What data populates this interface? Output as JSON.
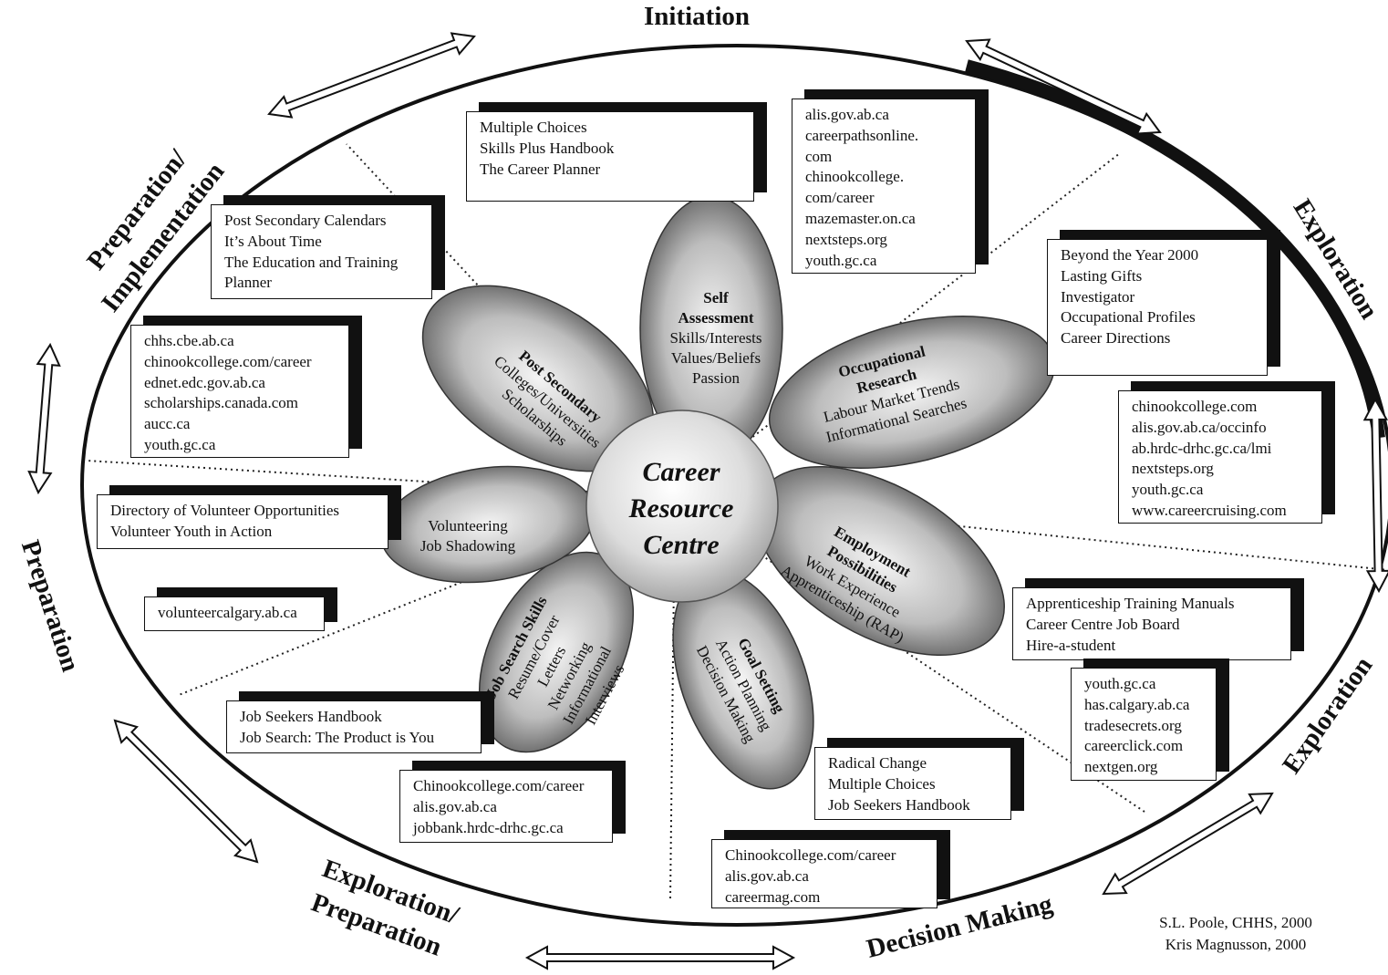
{
  "center": {
    "line1": "Career",
    "line2": "Resource",
    "line3": "Centre"
  },
  "stages": {
    "initiation": "Initiation",
    "exploration_upper": "Exploration",
    "exploration_lower": "Exploration",
    "decision_making": "Decision Making",
    "exploration_preparation_1": "Exploration/",
    "exploration_preparation_2": "Preparation",
    "preparation": "Preparation",
    "preparation_implementation_1": "Preparation/",
    "preparation_implementation_2": "Implementation"
  },
  "petals": {
    "self_assessment": {
      "head1": "Self",
      "head2": "Assessment",
      "line1": "Skills/Interests",
      "line2": "Values/Beliefs",
      "line3": "Passion"
    },
    "occupational_research": {
      "head1": "Occupational",
      "head2": "Research",
      "line1": "Labour Market Trends",
      "line2": "Informational Searches"
    },
    "employment_possibilities": {
      "head1": "Employment",
      "head2": "Possibilities",
      "line1": "Work Experience",
      "line2": "Apprenticeship (RAP)"
    },
    "goal_setting": {
      "head1": "Goal Setting",
      "line1": "Action Planning",
      "line2": "Decision Making"
    },
    "job_search_skills": {
      "head1": "Job Search Skills",
      "line1": "Resume/Cover",
      "line2": "Letters",
      "line3": "Networking",
      "line4": "Informational",
      "line5": "Interviews"
    },
    "volunteering": {
      "line1": "Volunteering",
      "line2": "Job Shadowing"
    },
    "post_secondary": {
      "head1": "Post Secondary",
      "line1": "Colleges/Universities",
      "line2": "Scholarships"
    }
  },
  "boxes": {
    "initiation_print": [
      "Multiple Choices",
      "Skills Plus Handbook",
      "The Career Planner"
    ],
    "initiation_web": [
      "alis.gov.ab.ca",
      "careerpathsonline.",
      "com",
      "chinookcollege.",
      "com/career",
      "mazemaster.on.ca",
      "nextsteps.org",
      "youth.gc.ca"
    ],
    "exploration_print": [
      "Beyond the Year 2000",
      "Lasting Gifts",
      "Investigator",
      "Occupational Profiles",
      "Career Directions"
    ],
    "exploration_web": [
      "chinookcollege.com",
      "alis.gov.ab.ca/occinfo",
      "ab.hrdc-drhc.gc.ca/lmi",
      "nextsteps.org",
      "youth.gc.ca",
      "www.careercruising.com"
    ],
    "exploration2_print": [
      "Apprenticeship Training Manuals",
      "Career Centre Job Board",
      "Hire-a-student"
    ],
    "exploration2_web": [
      "youth.gc.ca",
      "has.calgary.ab.ca",
      "tradesecrets.org",
      "careerclick.com",
      "nextgen.org"
    ],
    "decision_print": [
      "Radical Change",
      "Multiple Choices",
      "Job Seekers Handbook"
    ],
    "decision_web": [
      "Chinookcollege.com/career",
      "alis.gov.ab.ca",
      "careermag.com"
    ],
    "expprep_print": [
      "Job Seekers Handbook",
      "Job Search:  The Product is You"
    ],
    "expprep_web": [
      "Chinookcollege.com/career",
      "alis.gov.ab.ca",
      "jobbank.hrdc-drhc.gc.ca"
    ],
    "preparation_print": [
      "Directory of Volunteer Opportunities",
      "Volunteer Youth in Action"
    ],
    "preparation_web": [
      "volunteercalgary.ab.ca"
    ],
    "prepimpl_print": [
      "Post Secondary Calendars",
      "It’s About Time",
      "The Education and Training",
      "Planner"
    ],
    "prepimpl_web": [
      "chhs.cbe.ab.ca",
      "chinookcollege.com/career",
      "ednet.edc.gov.ab.ca",
      "scholarships.canada.com",
      "aucc.ca",
      "youth.gc.ca"
    ]
  },
  "credit": {
    "line1": "S.L. Poole, CHHS, 2000",
    "line2": "Kris Magnusson, 2000"
  }
}
